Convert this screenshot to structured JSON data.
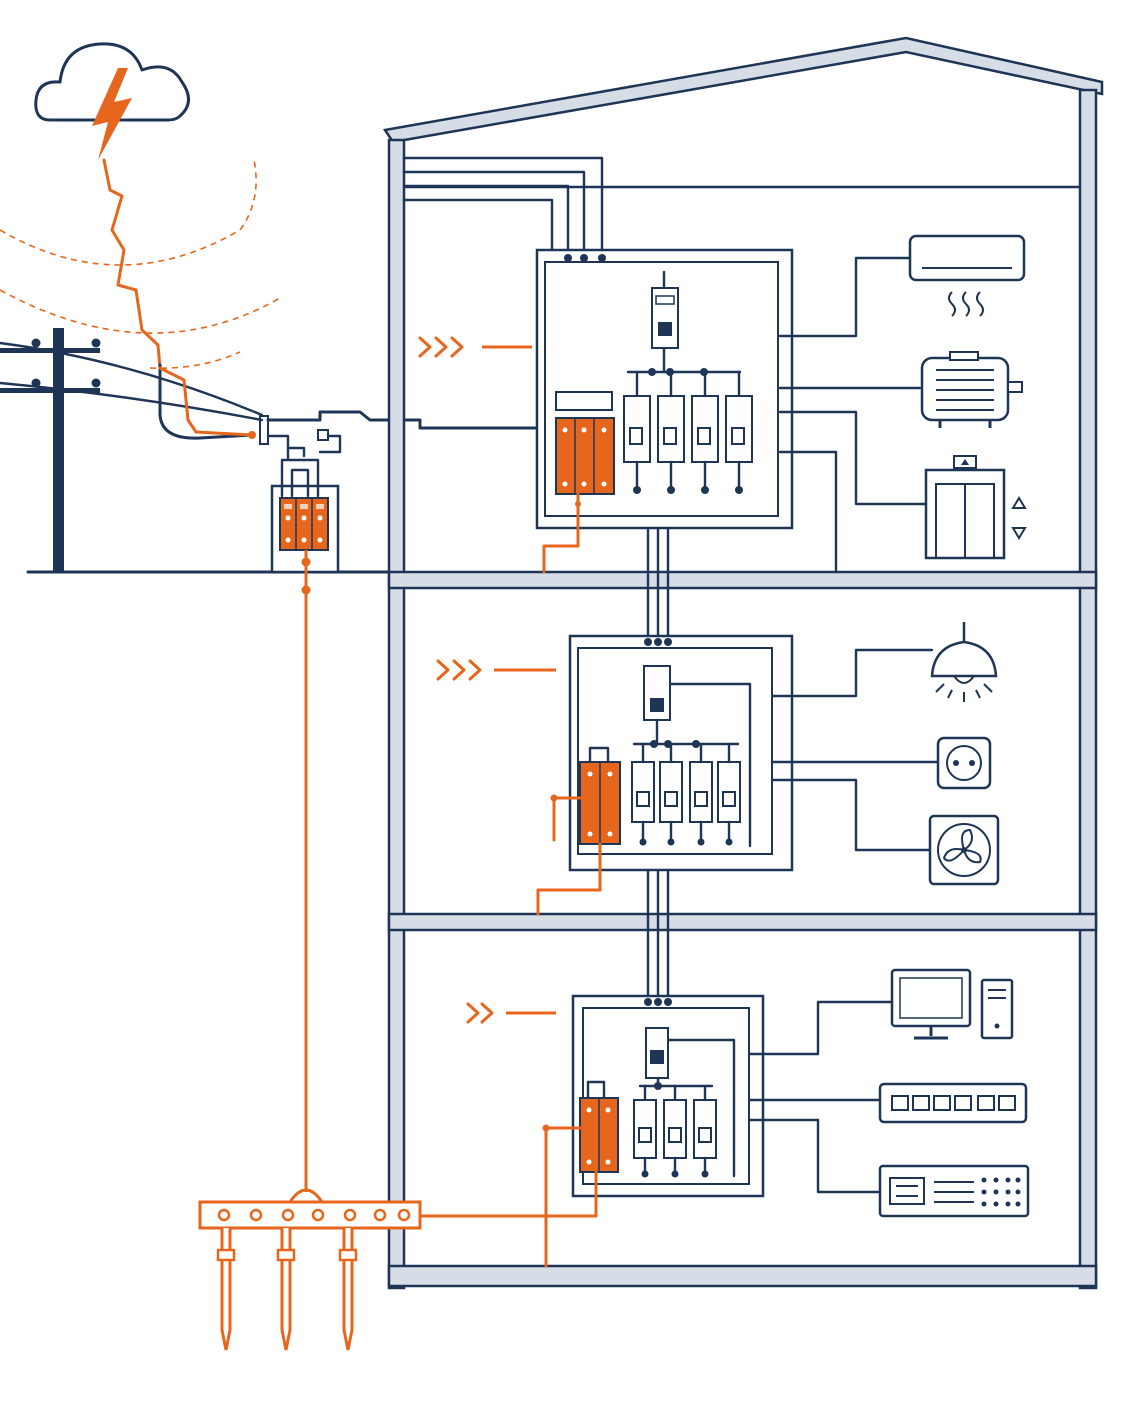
{
  "colors": {
    "wire": "#1f3556",
    "surge": "#e5661c",
    "wall": "#d7dde6",
    "background": "#ffffff"
  },
  "elements": {
    "weather": [
      "cloud-icon",
      "lightning-bolt-icon",
      "radiating-field-arcs"
    ],
    "utility": [
      "utility-pole",
      "overhead-lines",
      "service-drop"
    ],
    "service_entrance": [
      "meter-enclosure",
      "primary-surge-protector"
    ],
    "building": [
      "roof",
      "floor-3-room",
      "floor-2-room",
      "floor-1-room"
    ],
    "grounding": [
      "ground-bar",
      "ground-rods",
      "ground-conductor"
    ]
  },
  "floors": [
    {
      "level": "top",
      "panel": {
        "main_breaker": 1,
        "branch_breakers": 4,
        "surge_module_poles": 3
      },
      "loads": [
        "air-conditioner-icon",
        "electric-motor-icon",
        "elevator-icon"
      ]
    },
    {
      "level": "middle",
      "panel": {
        "main_breaker": 1,
        "branch_breakers": 4,
        "surge_module_poles": 2
      },
      "loads": [
        "ceiling-lamp-icon",
        "wall-outlet-icon",
        "exhaust-fan-icon"
      ]
    },
    {
      "level": "bottom",
      "panel": {
        "main_breaker": 1,
        "branch_breakers": 3,
        "surge_module_poles": 2
      },
      "loads": [
        "computer-icon",
        "network-switch-icon",
        "control-panel-icon"
      ]
    }
  ]
}
